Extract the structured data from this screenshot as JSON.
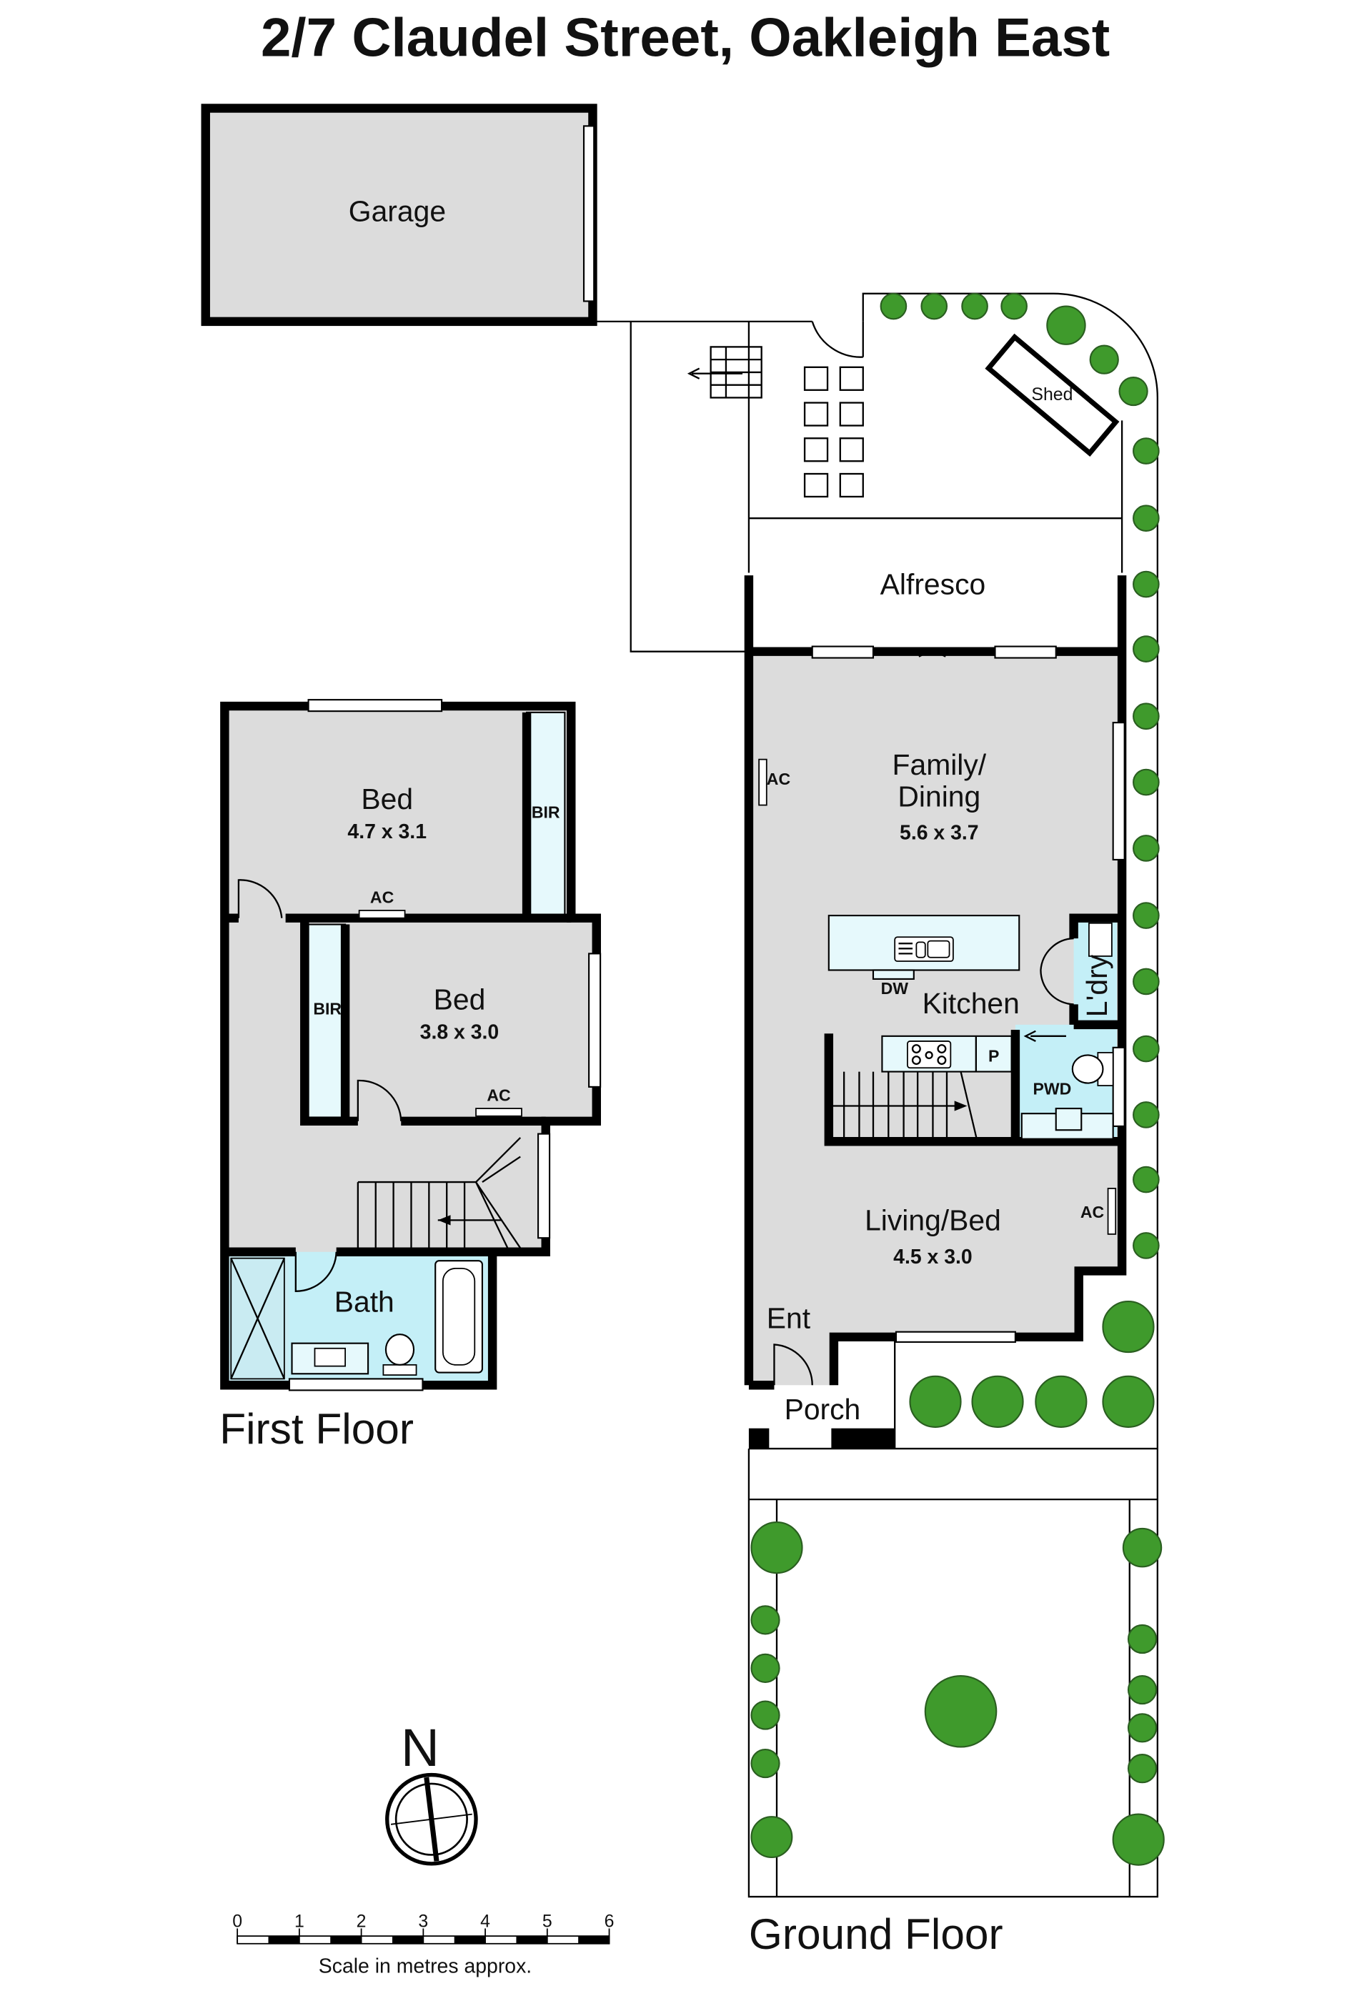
{
  "title": "2/7 Claudel Street, Oakleigh East",
  "colors": {
    "wall": "#000000",
    "floor": "#dcdcdc",
    "wet_area": "#c4eff7",
    "fixture": "#e6f9fc",
    "tree": "#3f9a2c"
  },
  "ground_floor": {
    "label": "Ground Floor",
    "garage": "Garage",
    "shed": "Shed",
    "alfresco": "Alfresco",
    "family_dining": {
      "name_line1": "Family/",
      "name_line2": "Dining",
      "dims": "5.6 x 3.7",
      "ac": "AC"
    },
    "kitchen": {
      "name": "Kitchen",
      "dw": "DW",
      "pantry": "P"
    },
    "laundry": "L'dry",
    "powder": "PWD",
    "living_bed": {
      "name": "Living/Bed",
      "dims": "4.5 x 3.0",
      "ac": "AC"
    },
    "entry": "Ent",
    "porch": "Porch"
  },
  "first_floor": {
    "label": "First Floor",
    "bed1": {
      "name": "Bed",
      "dims": "4.7 x 3.1",
      "bir": "BIR",
      "ac": "AC"
    },
    "bed2": {
      "name": "Bed",
      "dims": "3.8 x 3.0",
      "bir": "BIR",
      "ac": "AC"
    },
    "bath": "Bath"
  },
  "compass": {
    "label": "N"
  },
  "scale": {
    "ticks": [
      "0",
      "1",
      "2",
      "3",
      "4",
      "5",
      "6"
    ],
    "caption": "Scale in metres approx."
  }
}
